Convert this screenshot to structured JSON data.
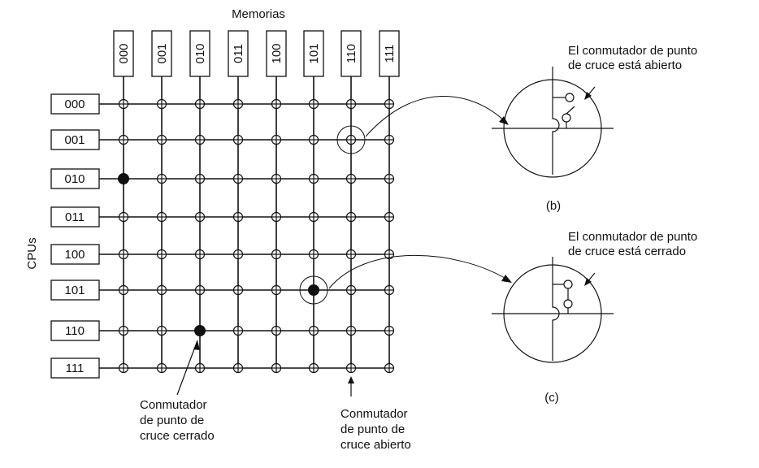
{
  "memories_title": "Memorias",
  "cpus_title": "CPUs",
  "memory_labels": [
    "000",
    "001",
    "010",
    "011",
    "100",
    "101",
    "110",
    "111"
  ],
  "cpu_labels": [
    "000",
    "001",
    "010",
    "011",
    "100",
    "101",
    "110",
    "111"
  ],
  "closed_switches": [
    [
      2,
      0
    ],
    [
      5,
      5
    ],
    [
      6,
      2
    ]
  ],
  "highlighted_open_switch": [
    1,
    6
  ],
  "highlighted_closed_switch": [
    5,
    5
  ],
  "annotation_closed": [
    "Conmutador",
    "de punto de",
    "cruce cerrado"
  ],
  "annotation_open": [
    "Conmutador",
    "de punto de",
    "cruce abierto"
  ],
  "detail_b": {
    "caption_lines": [
      "El conmutador de punto",
      "de cruce está abierto"
    ],
    "tag": "(b)"
  },
  "detail_c": {
    "caption_lines": [
      "El conmutador de punto",
      "de cruce está cerrado"
    ],
    "tag": "(c)"
  }
}
